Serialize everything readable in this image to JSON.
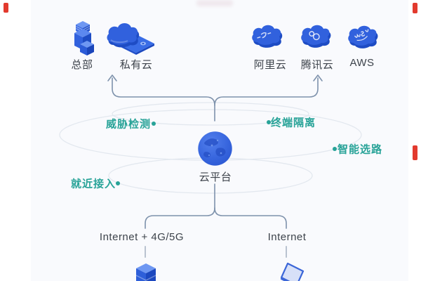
{
  "colors": {
    "panel_bg": "#f9fafd",
    "accent_red": "#e23a2e",
    "connector_line": "#7e92ac",
    "orbit_ring": "#e3e8ef",
    "teal": "#28a398",
    "label_text": "#3d434b",
    "icon_blue": "#3161dd"
  },
  "top_nodes": [
    {
      "label": "总部"
    },
    {
      "label": "私有云"
    },
    {
      "label": "阿里云"
    },
    {
      "label": "腾讯云"
    },
    {
      "label": "AWS"
    }
  ],
  "center": {
    "label": "云平台"
  },
  "capabilities": [
    {
      "label": "威胁检测"
    },
    {
      "label": "终端隔离"
    },
    {
      "label": "智能选路"
    },
    {
      "label": "就近接入"
    }
  ],
  "bottom": {
    "left_link_label": "Internet + 4G/5G",
    "right_link_label": "Internet"
  }
}
